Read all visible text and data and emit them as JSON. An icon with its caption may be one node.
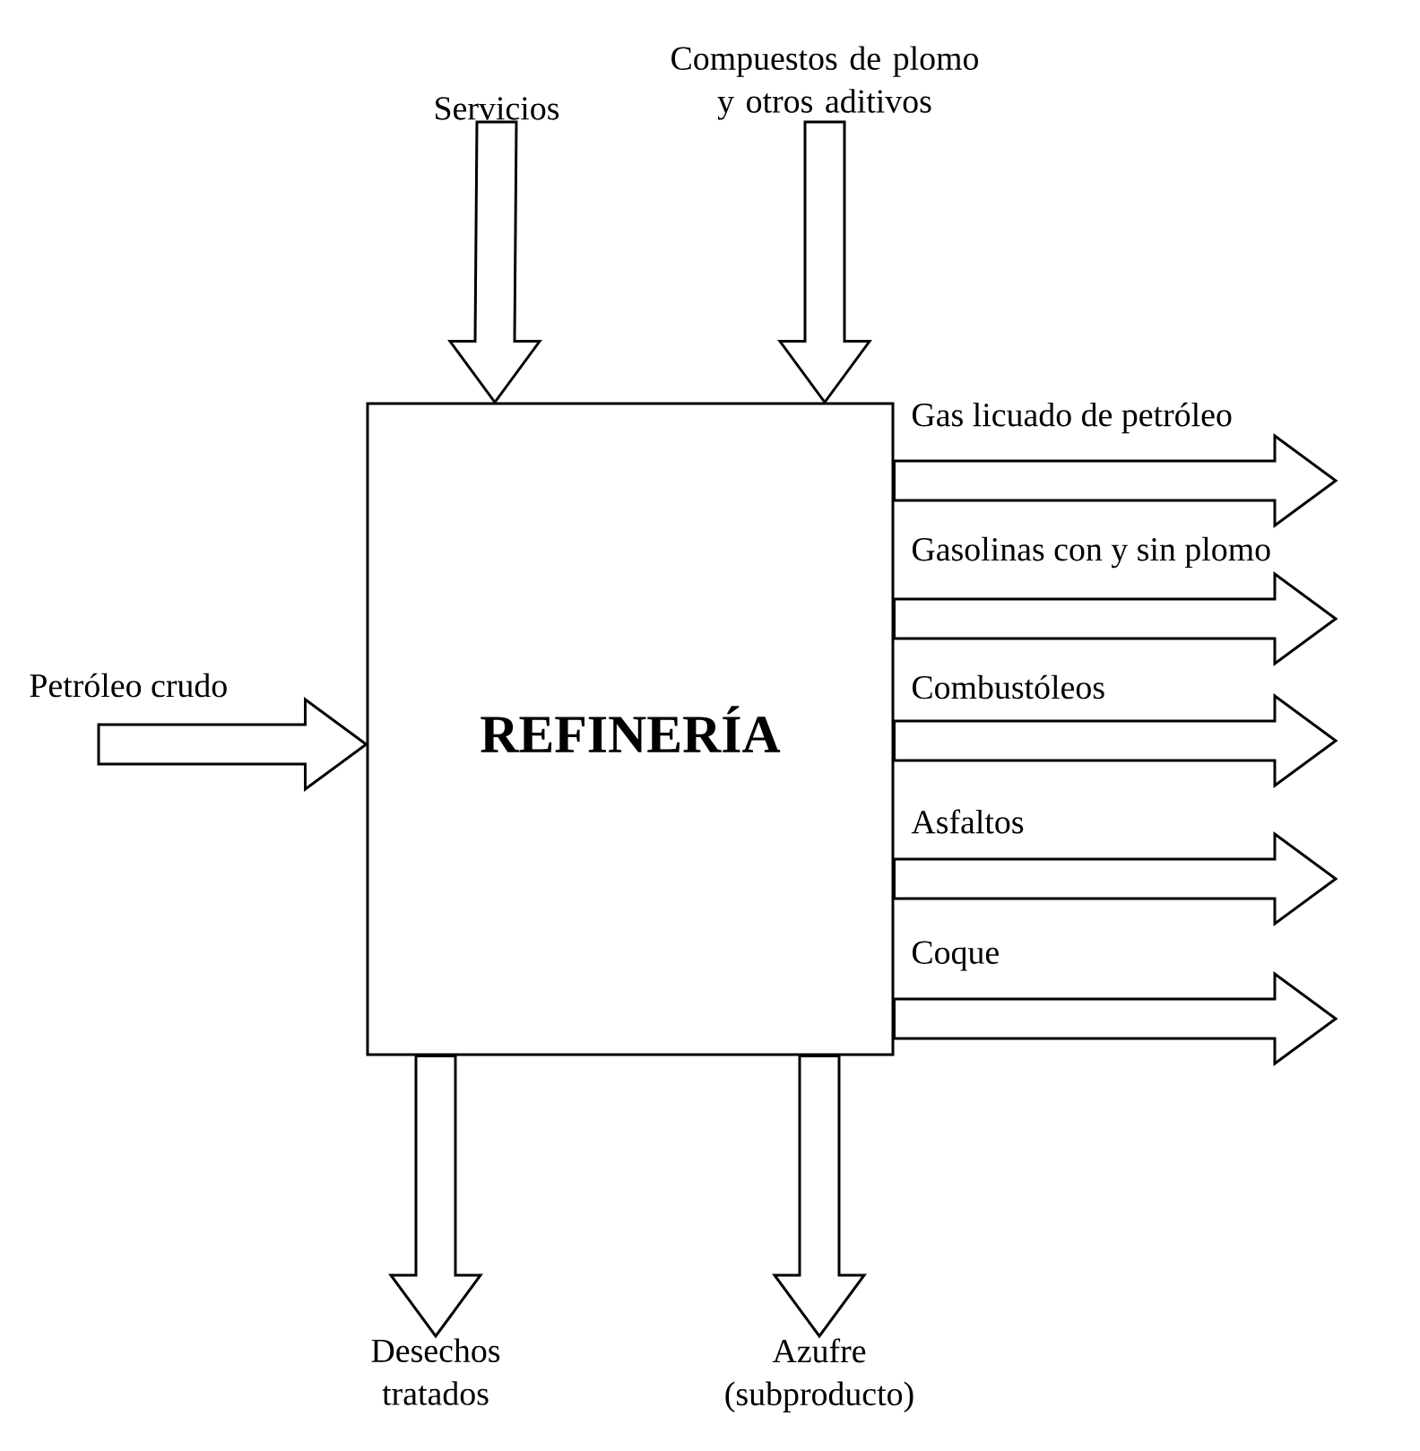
{
  "diagram": {
    "nodes": [
      {
        "text": [
          "REFINERÍA"
        ]
      },
      {
        "text": [
          "Servicios"
        ]
      },
      {
        "text": [
          "Compuestos de plomo y otros aditivos"
        ]
      },
      {
        "text": [
          "Desechos tratados"
        ]
      },
      {
        "text": [
          "Azufre (subproducto)"
        ]
      }
    ],
    "edges": [
      {
        "from": 1,
        "to": 0,
        "arrow": "to"
      },
      {
        "from": 2,
        "to": 0,
        "arrow": "to"
      },
      {
        "from": null,
        "to": 0,
        "arrow": "to",
        "label": "Petróleo crudo"
      },
      {
        "from": 0,
        "to": null,
        "arrow": "to",
        "label": "Gas licuado de petróleo"
      },
      {
        "from": 0,
        "to": null,
        "arrow": "to",
        "label": "Gasolinas con y sin plomo"
      },
      {
        "from": 0,
        "to": null,
        "arrow": "to",
        "label": "Combustóleos"
      },
      {
        "from": 0,
        "to": null,
        "arrow": "to",
        "label": "Asfaltos"
      },
      {
        "from": 0,
        "to": null,
        "arrow": "to",
        "label": "Coque"
      },
      {
        "from": 0,
        "to": 3,
        "arrow": "to"
      },
      {
        "from": 0,
        "to": 4,
        "arrow": "to"
      }
    ]
  }
}
